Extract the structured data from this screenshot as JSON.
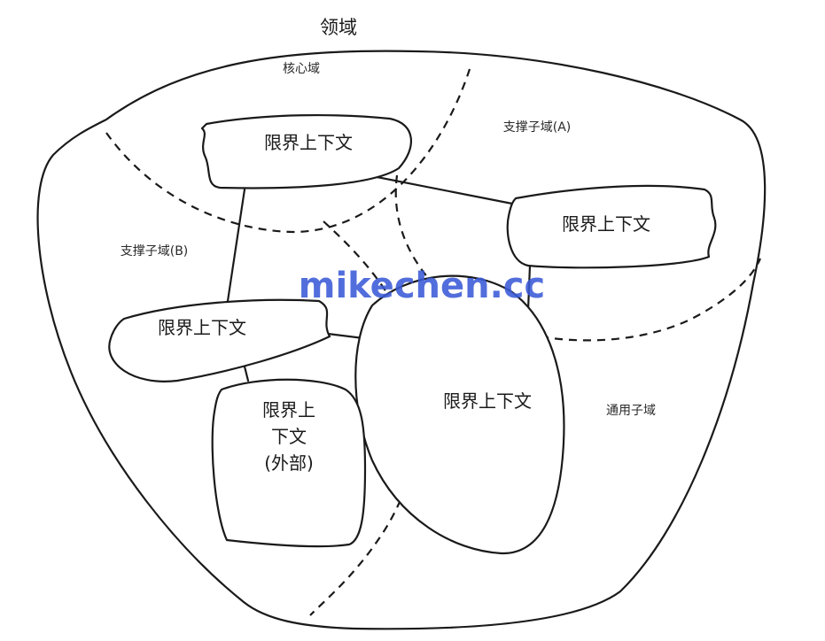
{
  "domain_title": "领域",
  "subdomains": {
    "core": "核心域",
    "support_a": "支撑子域(A)",
    "support_b": "支撑子域(B)",
    "generic": "通用子域"
  },
  "contexts": {
    "top": "限界上下文",
    "right": "限界上下文",
    "left": "限界上下文",
    "center": "限界上下文",
    "external_line1": "限界上",
    "external_line2": "下文",
    "external_line3": "(外部)"
  },
  "watermark": "mikechen.cc"
}
